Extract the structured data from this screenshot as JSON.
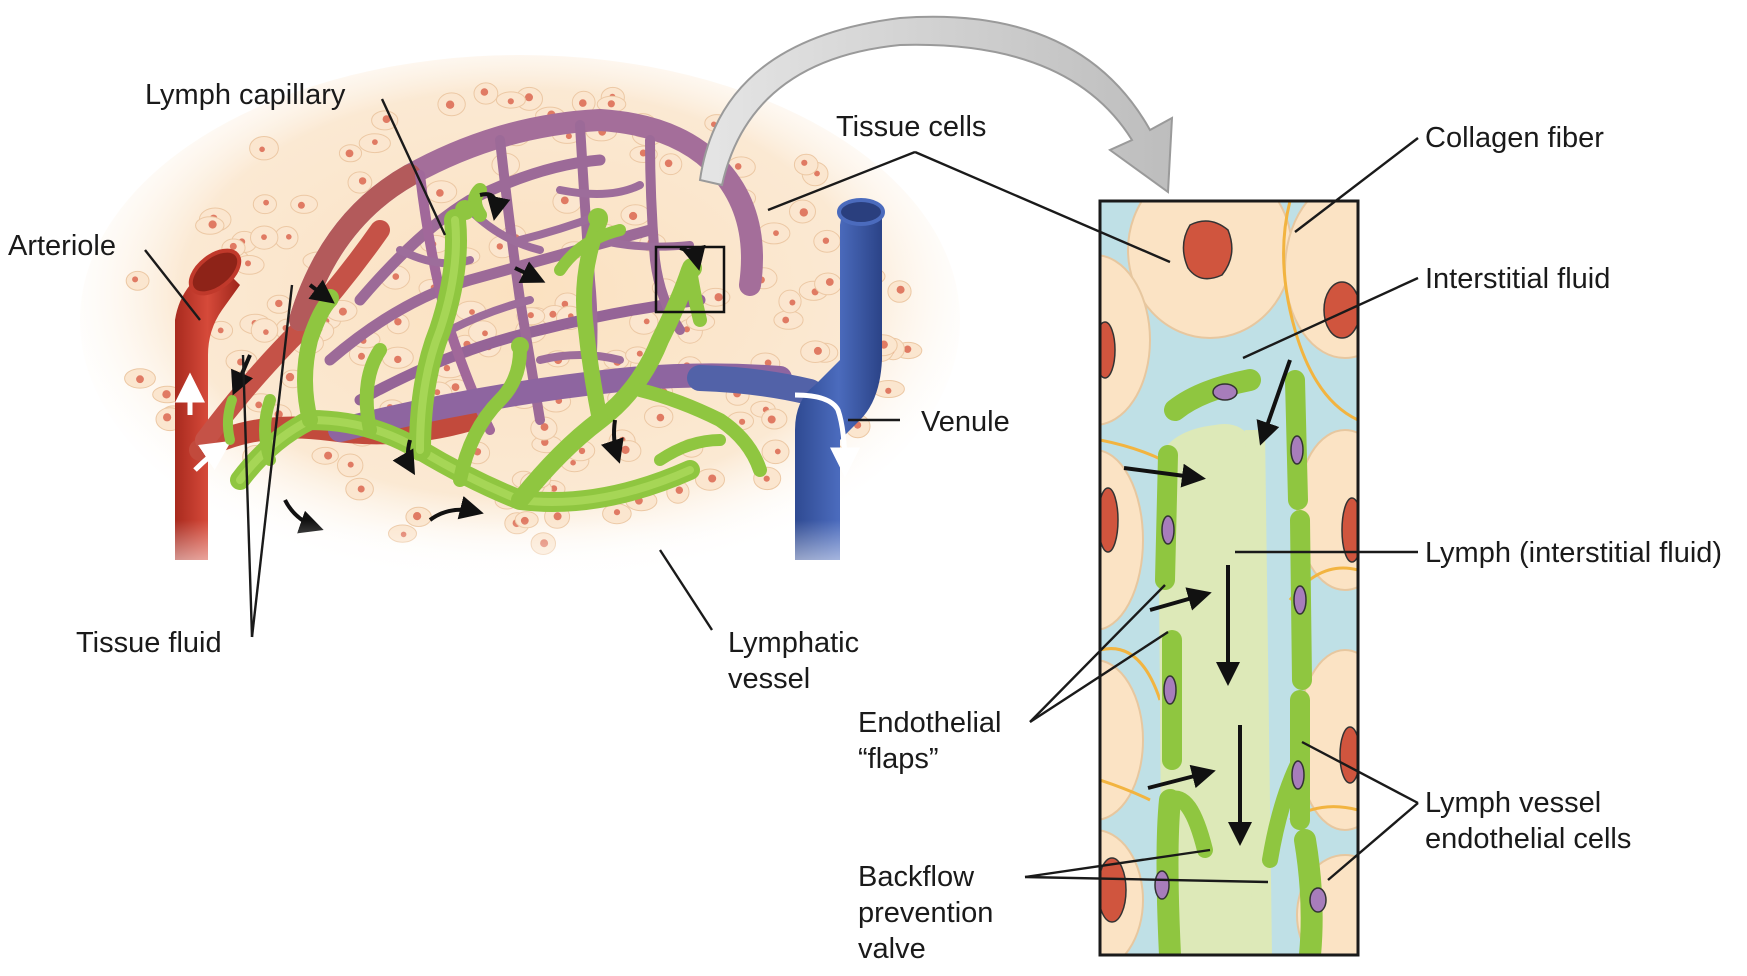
{
  "labels": {
    "lymph_capillary": "Lymph capillary",
    "arteriole": "Arteriole",
    "tissue_fluid": "Tissue fluid",
    "tissue_cells": "Tissue cells",
    "venule": "Venule",
    "lymphatic_vessel_line1": "Lymphatic",
    "lymphatic_vessel_line2": "vessel",
    "collagen_fiber": "Collagen fiber",
    "interstitial_fluid": "Interstitial fluid",
    "lymph_interstitial_fluid": "Lymph (interstitial fluid)",
    "endothelial_flaps_line1": "Endothelial",
    "endothelial_flaps_line2": "“flaps”",
    "lymph_vessel_endothelial_line1": "Lymph vessel",
    "lymph_vessel_endothelial_line2": "endothelial cells",
    "backflow_line1": "Backflow",
    "backflow_line2": "prevention",
    "backflow_line3": "valve"
  },
  "colors": {
    "arteriole": "#c0392b",
    "venule": "#3f5ca8",
    "capillary_bed": "#9b6a96",
    "lymph": "#8fc640",
    "tissue_background": "#fbe6c8",
    "interstitial_fluid": "#bfe0e6",
    "nucleus_red": "#d0553e",
    "nucleus_purple": "#a77dbb"
  }
}
